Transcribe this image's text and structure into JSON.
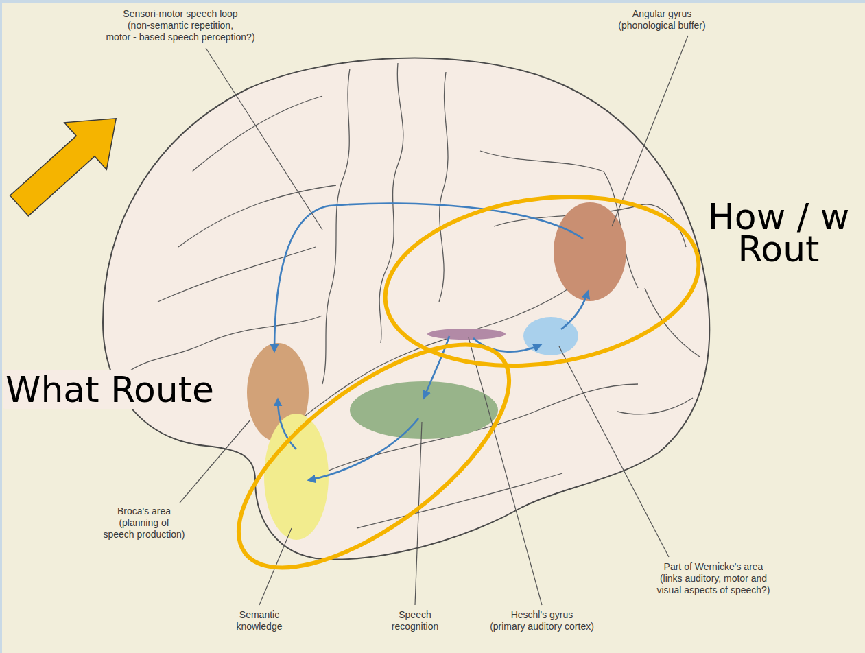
{
  "diagram": {
    "labels": [
      "Sensori-motor speech loop (non-semantic repetition, motor - based speech perception?)",
      "Angular gyrus (phonological buffer)",
      "How / w Rout",
      "What Route",
      "Broca's area (planning of speech production)",
      "Semantic knowledge",
      "Speech recognition",
      "Heschl's gyrus (primary auditory cortex)",
      "Part of Wernicke's area (links auditory, motor and visual aspects of speech?)"
    ]
  }
}
